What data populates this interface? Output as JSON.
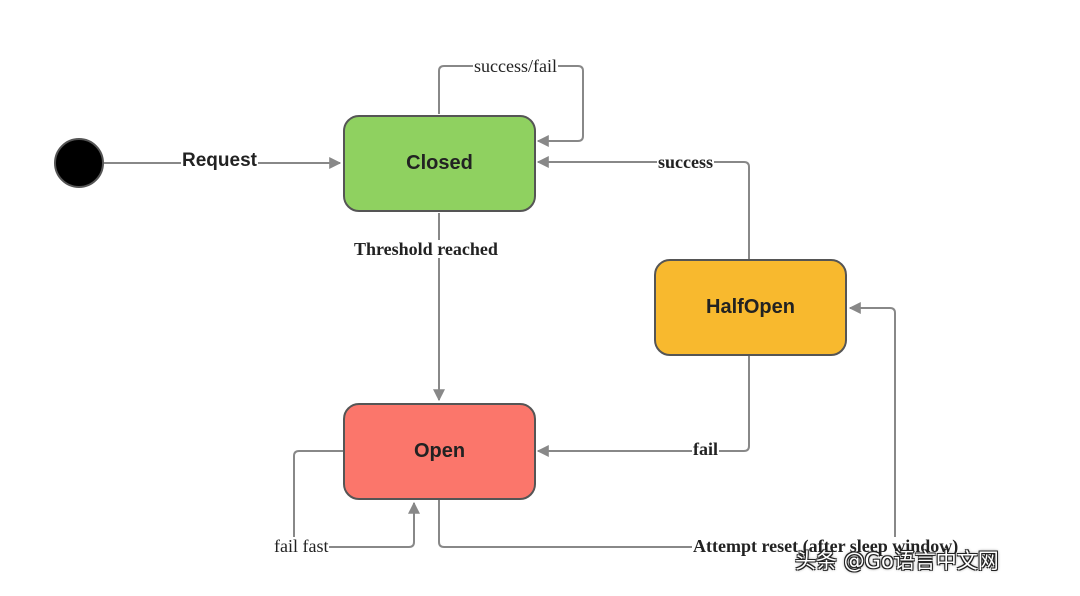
{
  "states": {
    "closed": {
      "label": "Closed",
      "color": "#8fd160"
    },
    "open": {
      "label": "Open",
      "color": "#fb766b"
    },
    "halfopen": {
      "label": "HalfOpen",
      "color": "#f8b92e"
    }
  },
  "edges": {
    "request": "Request",
    "self_loop": "success/fail",
    "threshold": "Threshold reached",
    "success": "success",
    "fail": "fail",
    "fail_fast": "fail fast",
    "attempt_reset": "Attempt reset (after sleep window)"
  },
  "watermark": "头条 @Go语言中文网",
  "colors": {
    "line": "#888888",
    "start_node": "#000000"
  }
}
